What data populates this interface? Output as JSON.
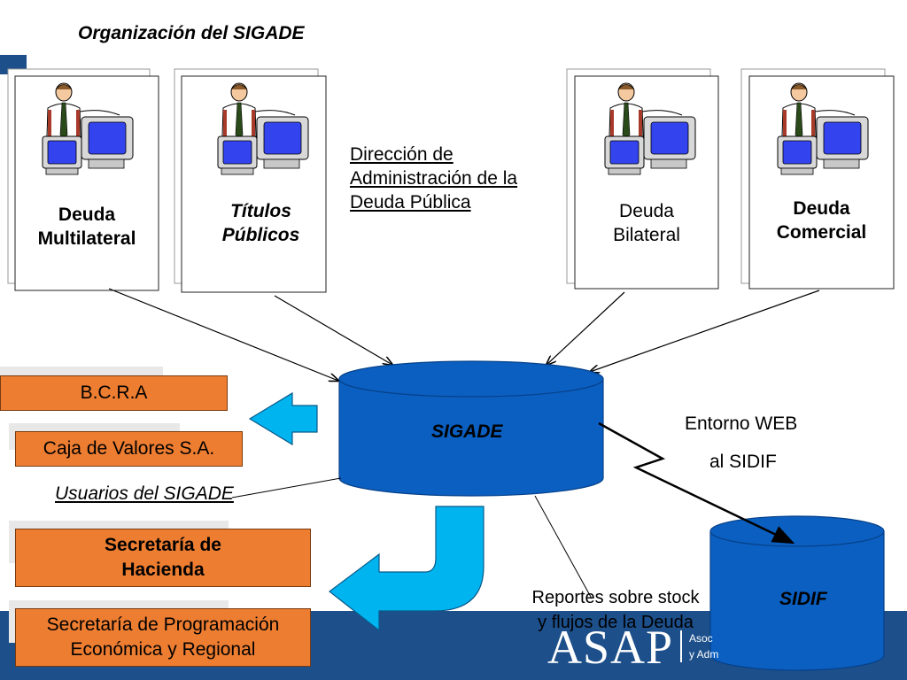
{
  "title": "Organización del SIGADE",
  "cards": [
    {
      "line1": "Deuda",
      "line2": "Multilateral"
    },
    {
      "line1": "Títulos",
      "line2": "Públicos"
    },
    {
      "line1": "Deuda",
      "line2": "Bilateral"
    },
    {
      "line1": "Deuda",
      "line2": "Comercial"
    }
  ],
  "direccion": {
    "line1": "Dirección de",
    "line2": "Administración de la",
    "line3": "Deuda Pública"
  },
  "sigade_label": "SIGADE",
  "sidif_label": "SIDIF",
  "entorno": {
    "line1": "Entorno WEB",
    "line2": "al SIDIF"
  },
  "usuarios_label": "Usuarios del SIGADE",
  "orgs": {
    "bcra": "B.C.R.A",
    "caja": "Caja de Valores S.A.",
    "hacienda_1": "Secretaría de",
    "hacienda_2": "Hacienda",
    "programacion_1": "Secretaría de Programación",
    "programacion_2": "Económica y Regional"
  },
  "reportes": {
    "line1": "Reportes sobre stock",
    "line2": "y flujos de la Deuda"
  },
  "footer": {
    "logo": "ASAP",
    "sub1": "Asoc",
    "sub2": "y Adm"
  },
  "colors": {
    "cylinder": "#0b5fc0",
    "cylinder_dark": "#06418a",
    "org_box": "#ed7d31",
    "arrow_cyan": "#00b4f0",
    "footer_bar": "#1d4f8a"
  },
  "icons": {
    "card_figure": "person-with-computer-icon"
  }
}
